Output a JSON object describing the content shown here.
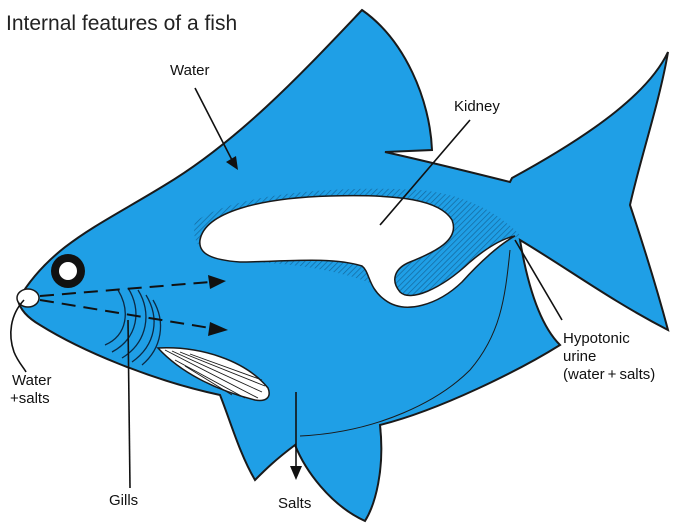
{
  "title": "Internal features of a fish",
  "labels": {
    "water": "Water",
    "kidney": "Kidney",
    "hypotonic_line1": "Hypotonic",
    "hypotonic_line2": "urine",
    "hypotonic_line3": "(water + salts)",
    "water_salts_line1": "Water",
    "water_salts_line2": "+salts",
    "gills": "Gills",
    "salts": "Salts"
  },
  "colors": {
    "body": "#1f9fe6",
    "outline": "#1a1a1a",
    "organ": "#ffffff",
    "line": "#111111"
  }
}
